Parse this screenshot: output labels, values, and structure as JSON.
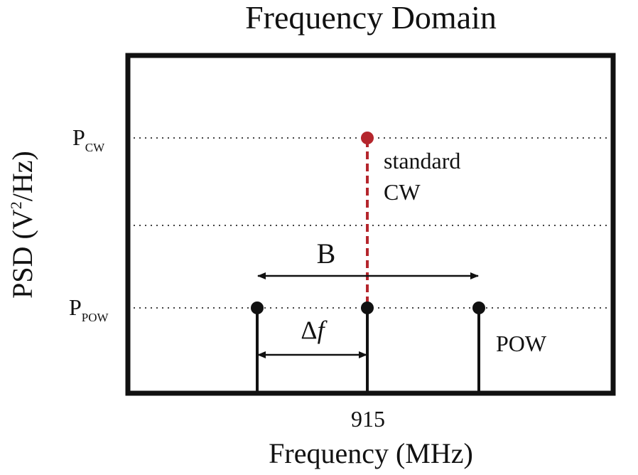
{
  "chart_data": {
    "type": "diagram",
    "title": "Frequency Domain",
    "xlabel": "Frequency (MHz)",
    "ylabel": {
      "base": "PSD (V",
      "sup": "2",
      "tail": "/Hz)"
    },
    "x_ticks": [
      "915"
    ],
    "y_levels": [
      {
        "main": "P",
        "sub": "CW"
      },
      {
        "main": "P",
        "sub": "POW"
      }
    ],
    "annotations": {
      "bandwidth": "B",
      "spacing": {
        "delta": "Δ",
        "var": "f"
      },
      "cw_label": [
        "standard",
        "CW"
      ],
      "pow_label": "POW"
    },
    "colors": {
      "axes": "#111111",
      "cw": "#b5262d",
      "pow": "#111111",
      "grid": "#444444"
    }
  }
}
